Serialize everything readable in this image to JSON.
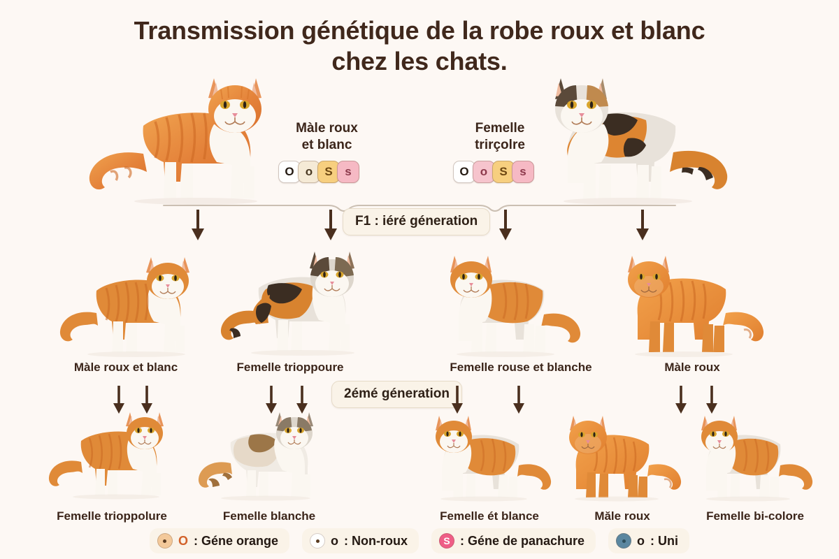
{
  "page": {
    "background": "#fdf8f4",
    "title_line1": "Transmission génétique de la robe roux et blanc",
    "title_line2": "chez les chats.",
    "title_color": "#40281c"
  },
  "parents": [
    {
      "id": "father",
      "label_line1": "Màle roux",
      "label_line2": "et blanc",
      "genes": [
        {
          "symbol": "O",
          "bg": "#ffffff",
          "fg": "#241a12"
        },
        {
          "symbol": "o",
          "bg": "#f5ead6",
          "fg": "#4b3a24"
        },
        {
          "symbol": "S",
          "bg": "#f7cf7f",
          "fg": "#6d4712"
        },
        {
          "symbol": "s",
          "bg": "#f6b9c4",
          "fg": "#8d3a4c"
        }
      ],
      "cat_desc": "orange-and-white-tabby-cat"
    },
    {
      "id": "mother",
      "label_line1": "Femelle",
      "label_line2": "trirçolre",
      "genes": [
        {
          "symbol": "O",
          "bg": "#ffffff",
          "fg": "#241a12"
        },
        {
          "symbol": "o",
          "bg": "#f6c4cd",
          "fg": "#8d3a4c"
        },
        {
          "symbol": "S",
          "bg": "#f7cf7f",
          "fg": "#6d4712"
        },
        {
          "symbol": "s",
          "bg": "#f6b9c4",
          "fg": "#8d3a4c"
        }
      ],
      "cat_desc": "calico-tortoiseshell-cat"
    }
  ],
  "generations": [
    {
      "id": "f1",
      "banner": "F1 : iéré géneration"
    },
    {
      "id": "f2",
      "banner": "2émé géneration"
    }
  ],
  "f1_offspring": [
    {
      "caption": "Màle roux et blanc",
      "cat_desc": "orange-white-male-cat"
    },
    {
      "caption": "Femelle trioppoure",
      "cat_desc": "calico-female-cat"
    },
    {
      "caption": "Femelle rouse et blanche",
      "cat_desc": "orange-white-female-cat"
    },
    {
      "caption": "Màle roux",
      "cat_desc": "solid-orange-male-cat"
    }
  ],
  "f2_offspring": [
    {
      "caption": "Femelle trioppolure",
      "cat_desc": "orange-white-female-cat"
    },
    {
      "caption": "Femelle blanche",
      "cat_desc": "pale-calico-female-cat"
    },
    {
      "caption": "Femelle ét blance",
      "cat_desc": "orange-white-female-cat"
    },
    {
      "caption": "Măle roux",
      "cat_desc": "solid-orange-male-cat"
    },
    {
      "caption": "Femelle bi-colore",
      "cat_desc": "orange-white-bicolor-cat"
    }
  ],
  "legend": [
    {
      "symbol": "O",
      "sym_color": "#d2622a",
      "dot_bg": "#f3c99a",
      "dot_style": "orange",
      "text": ": Géne orange"
    },
    {
      "symbol": "o",
      "sym_color": "#231812",
      "dot_bg": "#ffffff",
      "dot_style": "white",
      "text": ": Non-roux"
    },
    {
      "symbol": "",
      "sym_color": "#231812",
      "dot_bg": "#ef5d86",
      "dot_style": "pink",
      "text": ": Géne de panachure",
      "badge_letter": "S"
    },
    {
      "symbol": "o",
      "sym_color": "#231812",
      "dot_bg": "#5b87a0",
      "dot_style": "teal",
      "text": ": Uni"
    }
  ],
  "colors": {
    "arrow": "#4a2f1e",
    "banner_bg": "#faf3e8",
    "banner_border": "#e6dbc8",
    "label_text": "#3b251a"
  }
}
